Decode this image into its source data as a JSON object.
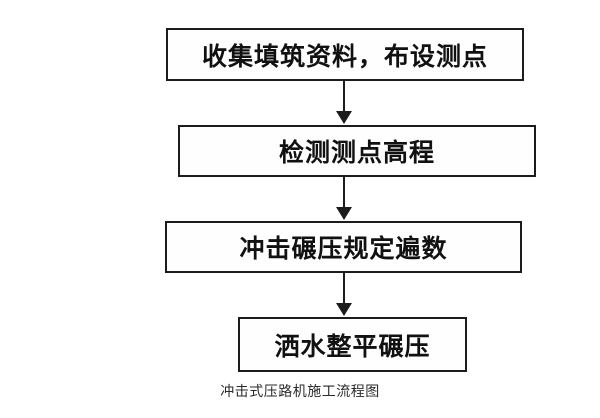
{
  "flowchart": {
    "title": "冲击式压路机施工流程图",
    "steps": [
      {
        "label": "收集填筑资料，布设测点"
      },
      {
        "label": "检测测点高程"
      },
      {
        "label": "冲击碾压规定遍数"
      },
      {
        "label": "洒水整平碾压"
      }
    ],
    "colors": {
      "border": "#1c1c1c",
      "text": "#111111",
      "background": "#ffffff"
    }
  }
}
